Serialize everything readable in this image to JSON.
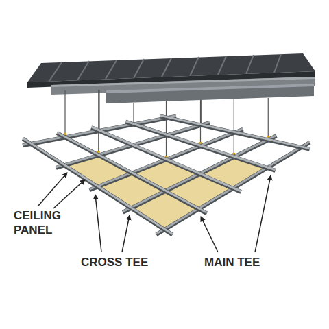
{
  "diagram": {
    "labels": [
      "CEILING PANEL",
      "CROSS TEE",
      "MAIN TEE"
    ]
  }
}
